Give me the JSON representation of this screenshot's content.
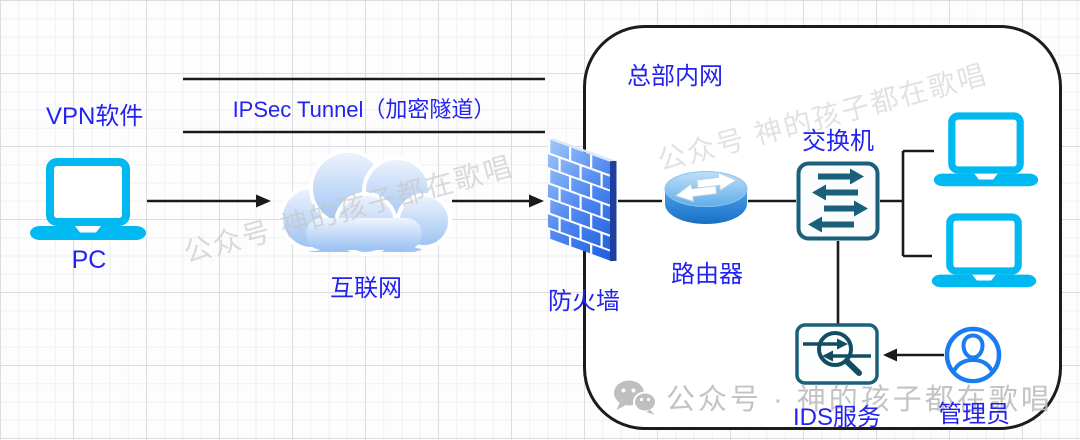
{
  "nodes": {
    "vpn": {
      "label": "VPN软件"
    },
    "tunnel": {
      "label": "IPSec Tunnel（加密隧道）"
    },
    "pc": {
      "label": "PC"
    },
    "internet": {
      "label": "互联网"
    },
    "firewall": {
      "label": "防火墙"
    },
    "hq": {
      "label": "总部内网"
    },
    "router": {
      "label": "路由器"
    },
    "switch": {
      "label": "交换机"
    },
    "ids": {
      "label": "IDS服务"
    },
    "admin": {
      "label": "管理员"
    }
  },
  "watermarks": {
    "diagonal": "公众号  神的孩子都在歌唱",
    "bottom": "公众号 · 神的孩子都在歌唱"
  },
  "icons": {
    "pc": "laptop-icon",
    "internet": "cloud-icon",
    "firewall": "brick-wall-icon",
    "router": "router-cylinder-icon",
    "switch": "switch-arrows-icon",
    "workstations": "laptop-icon",
    "ids": "magnifier-arrows-icon",
    "admin": "user-circle-icon",
    "watermark": "wechat-icon"
  },
  "colors": {
    "label_blue": "#2323f0",
    "device_cyan": "#00b9f0",
    "teal_dark": "#1a607b",
    "admin_blue": "#1a7cf0",
    "firewall_blue": "#1d5ede",
    "line_black": "#1a1a1a",
    "watermark_gray": "#c6c6c6",
    "boundary_black": "#1c1c1c"
  }
}
